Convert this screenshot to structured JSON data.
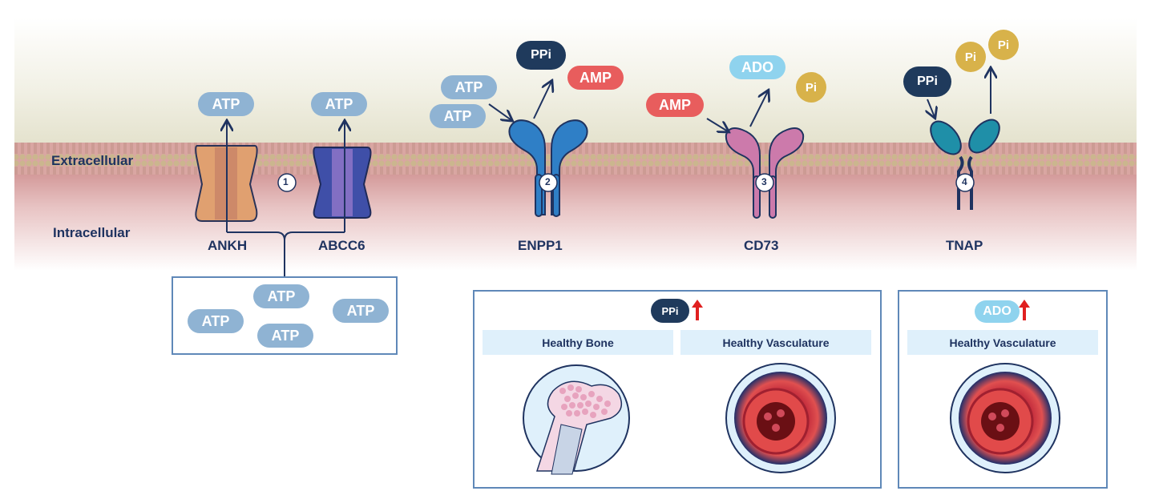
{
  "regions": {
    "extracellular": "Extracellular",
    "intracellular": "Intracellular"
  },
  "transporters": {
    "ankh": "ANKH",
    "abcc6": "ABCC6",
    "step": "1",
    "exported": [
      "ATP",
      "ATP"
    ],
    "intracellular_pool": [
      "ATP",
      "ATP",
      "ATP",
      "ATP"
    ]
  },
  "enpp1": {
    "label": "ENPP1",
    "step": "2",
    "substrates": [
      "ATP",
      "ATP"
    ],
    "products": [
      "PPi",
      "AMP"
    ]
  },
  "cd73": {
    "label": "CD73",
    "step": "3",
    "substrate": "AMP",
    "products": [
      "ADO",
      "Pi"
    ]
  },
  "tnap": {
    "label": "TNAP",
    "step": "4",
    "substrate": "PPi",
    "products": [
      "Pi",
      "Pi"
    ]
  },
  "panel_ppi": {
    "badge": "PPi",
    "trend": "up",
    "sections": [
      "Healthy Bone",
      "Healthy Vasculature"
    ]
  },
  "panel_ado": {
    "badge": "ADO",
    "trend": "up",
    "sections": [
      "Healthy Vasculature"
    ]
  },
  "colors": {
    "atp": "#8fb3d3",
    "amp": "#e85d5d",
    "ado": "#8fd3ee",
    "ppi": "#1f3a5c",
    "pi": "#d8b24a",
    "ankh": "#e0a070",
    "abcc6": "#3f4fa8",
    "enpp1": "#2f7fc6",
    "cd73": "#cc7aab",
    "tnap": "#1f8fa8",
    "arrow_up": "#e02020"
  }
}
